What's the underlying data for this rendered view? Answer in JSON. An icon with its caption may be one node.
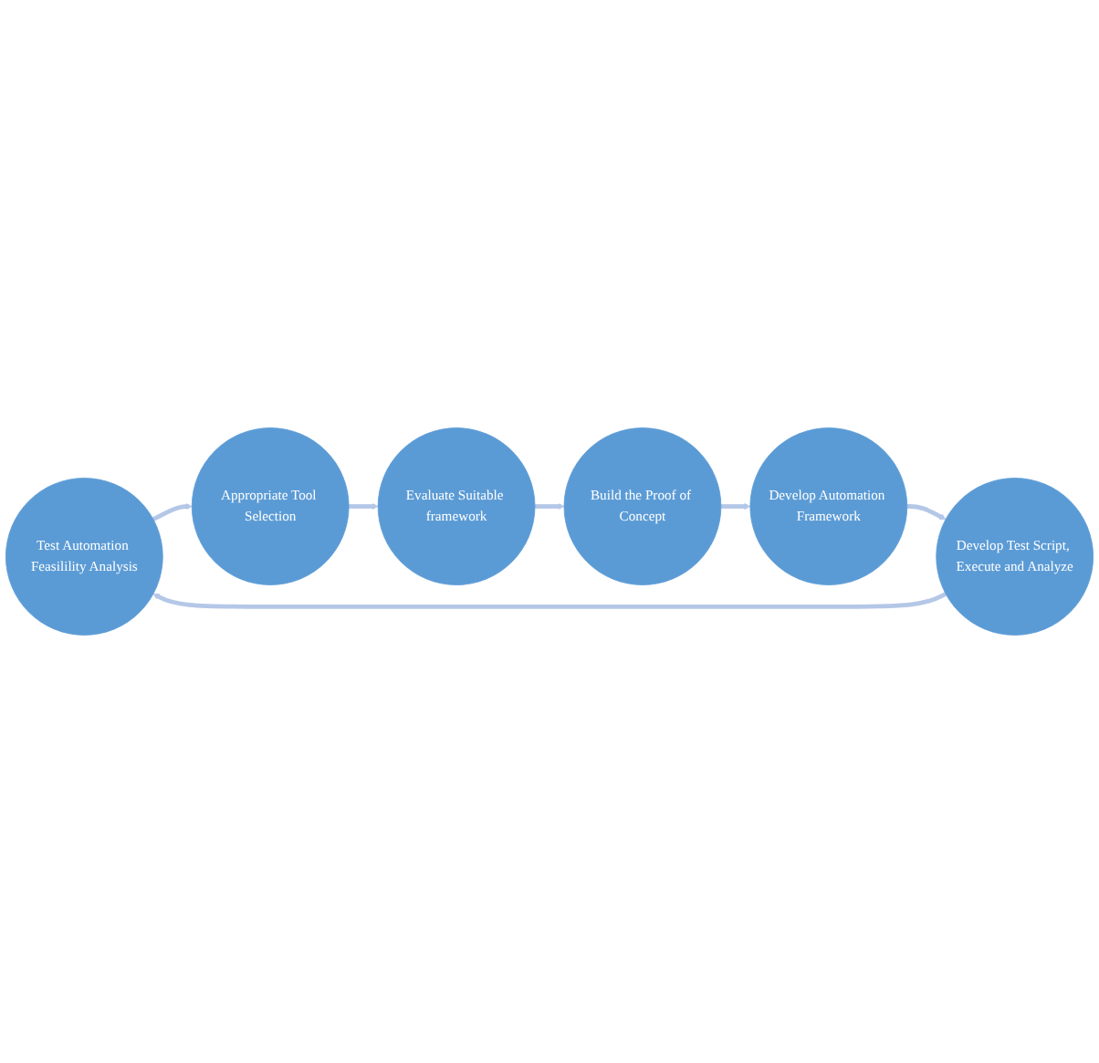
{
  "diagram": {
    "nodes": [
      {
        "text": [
          "Test Automation Feasilility Analysis"
        ]
      },
      {
        "text": [
          "Appropriate Tool Selection"
        ]
      },
      {
        "text": [
          "Evaluate Suitable framework"
        ]
      },
      {
        "text": [
          "Build the Proof of Concept"
        ]
      },
      {
        "text": [
          "Develop Automation Framework"
        ]
      },
      {
        "text": [
          "Develop Test Script, Execute and Analyze"
        ]
      }
    ],
    "edges": [
      {
        "from": 0,
        "to": 1,
        "arrow": "to"
      },
      {
        "from": 1,
        "to": 2,
        "arrow": "to"
      },
      {
        "from": 2,
        "to": 3,
        "arrow": "to"
      },
      {
        "from": 3,
        "to": 4,
        "arrow": "to"
      },
      {
        "from": 4,
        "to": 5,
        "arrow": "to"
      },
      {
        "from": 5,
        "to": 0,
        "arrow": "to"
      }
    ]
  }
}
